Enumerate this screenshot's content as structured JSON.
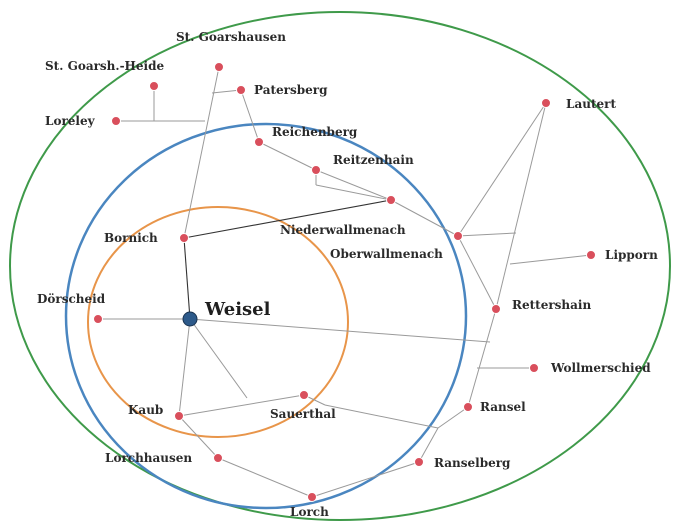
{
  "colors": {
    "ring_outer": "#3f9a4a",
    "ring_middle": "#4a86c0",
    "ring_inner": "#e8954a",
    "node": "#d94f5c",
    "center_node": "#2d5a8a",
    "edge": "#9a9a9a",
    "edge_dark": "#333333"
  },
  "center": {
    "name": "Weisel"
  },
  "towns": [
    {
      "id": "st_goarshausen",
      "name": "St. Goarshausen"
    },
    {
      "id": "st_goarsh_heide",
      "name": "St. Goarsh.-Heide"
    },
    {
      "id": "loreley",
      "name": "Loreley"
    },
    {
      "id": "patersberg",
      "name": "Patersberg"
    },
    {
      "id": "reichenberg",
      "name": "Reichenberg"
    },
    {
      "id": "reitzenhain",
      "name": "Reitzenhain"
    },
    {
      "id": "niederwallmenach",
      "name": "Niederwallmenach"
    },
    {
      "id": "oberwallmenach",
      "name": "Oberwallmenach"
    },
    {
      "id": "lautert",
      "name": "Lautert"
    },
    {
      "id": "lipporn",
      "name": "Lipporn"
    },
    {
      "id": "rettershain",
      "name": "Rettershain"
    },
    {
      "id": "wollmerschied",
      "name": "Wollmerschied"
    },
    {
      "id": "ransel",
      "name": "Ransel"
    },
    {
      "id": "ranselberg",
      "name": "Ranselberg"
    },
    {
      "id": "bornich",
      "name": "Bornich"
    },
    {
      "id": "doerscheid",
      "name": "Dörscheid"
    },
    {
      "id": "kaub",
      "name": "Kaub"
    },
    {
      "id": "sauerthal",
      "name": "Sauerthal"
    },
    {
      "id": "lorchhausen",
      "name": "Lorchhausen"
    },
    {
      "id": "lorch",
      "name": "Lorch"
    }
  ]
}
